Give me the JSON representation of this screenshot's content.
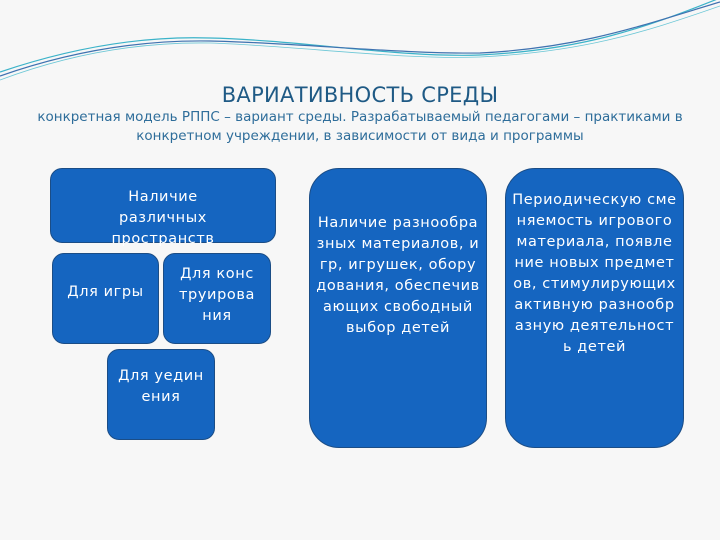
{
  "slide": {
    "title": "ВАРИАТИВНОСТЬ СРЕДЫ",
    "subtitle": "конкретная модель РППС – вариант среды. Разрабатываемый педагогами – практиками в конкретном учреждении, в зависимости от вида и программы"
  },
  "boxes": {
    "spaces": "Наличие различных пространств",
    "play": "Для игры",
    "construct": "Для конструирования",
    "privacy": "Для уединения",
    "materials": "Наличие разнообразных материалов, игр, игрушек, оборудования, обеспечивающих свободный выбор детей",
    "rotation": "Периодическую сменяемость игрового материала, появление новых предметов, стимулирующих активную разнообразную деятельность детей"
  },
  "colors": {
    "box_fill": "#1565c0",
    "title": "#1f5a85"
  }
}
